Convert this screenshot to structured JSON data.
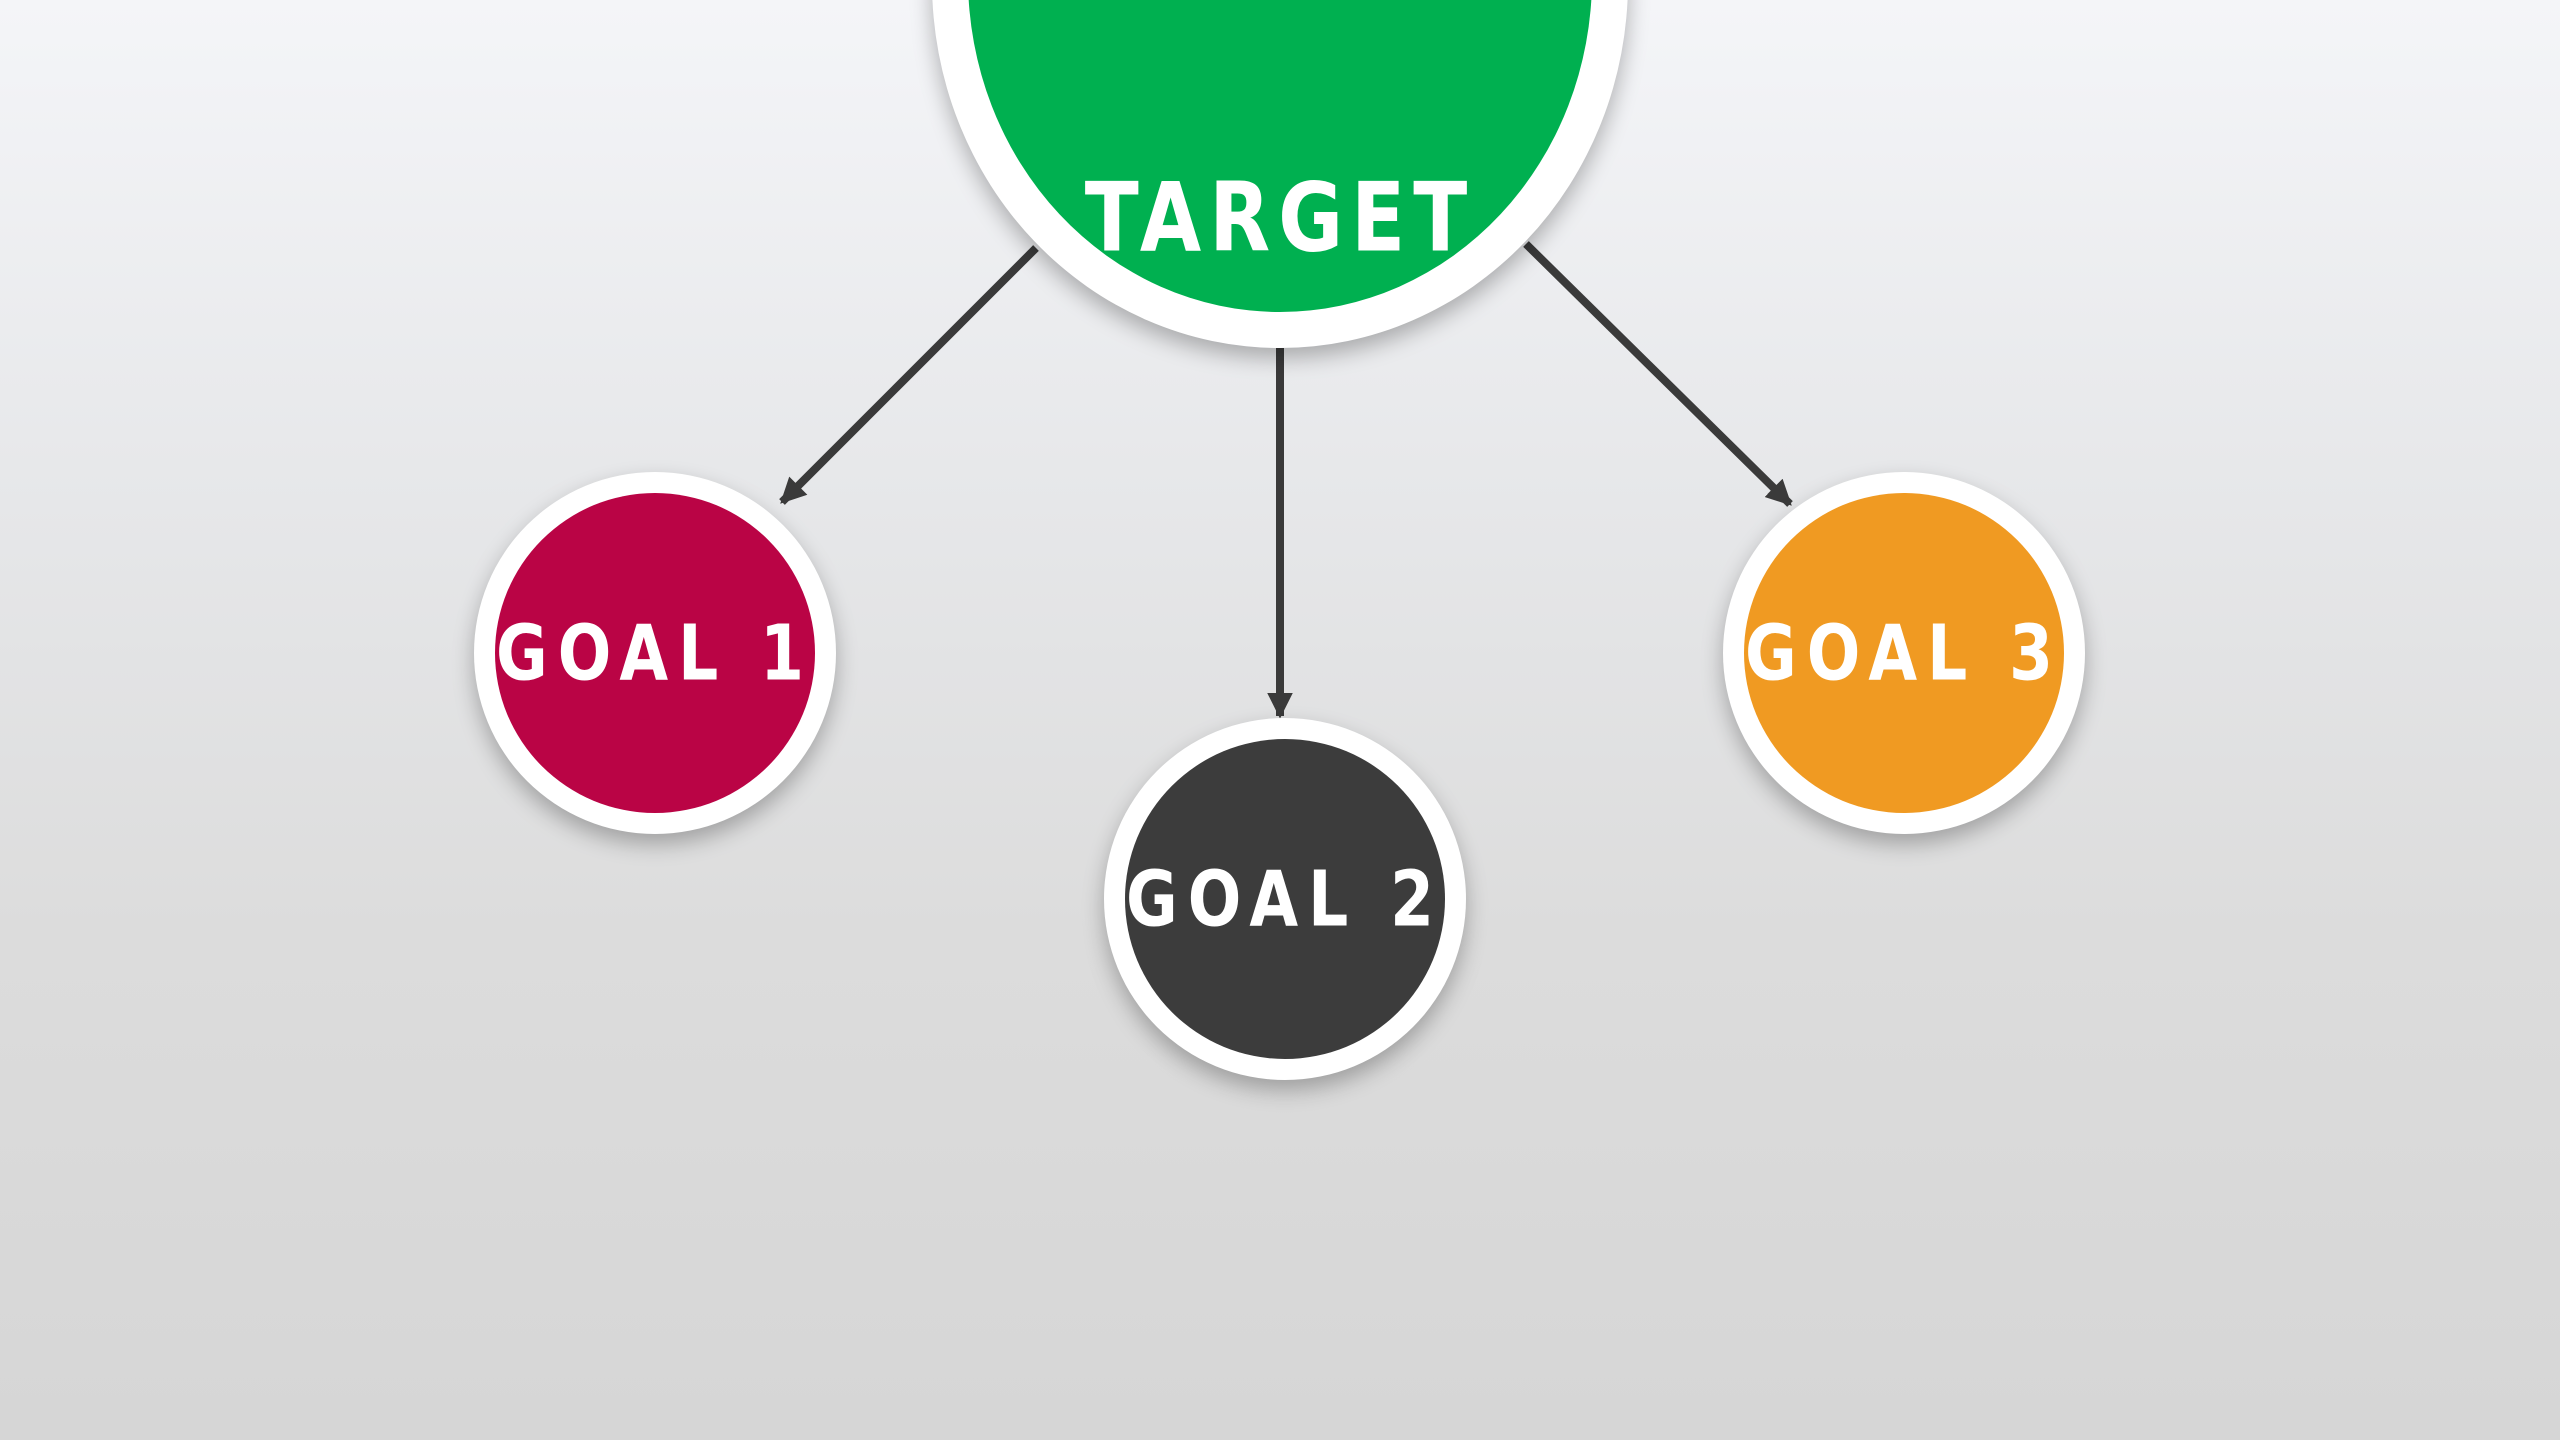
{
  "diagram": {
    "target": {
      "label": "TARGET",
      "color": "#00b050"
    },
    "goals": [
      {
        "label": "GOAL 1",
        "color": "#ba0445"
      },
      {
        "label": "GOAL 2",
        "color": "#3c3c3c"
      },
      {
        "label": "GOAL 3",
        "color": "#f09a22"
      }
    ],
    "connector_color": "#3a3a3a",
    "ring_color": "#ffffff"
  }
}
